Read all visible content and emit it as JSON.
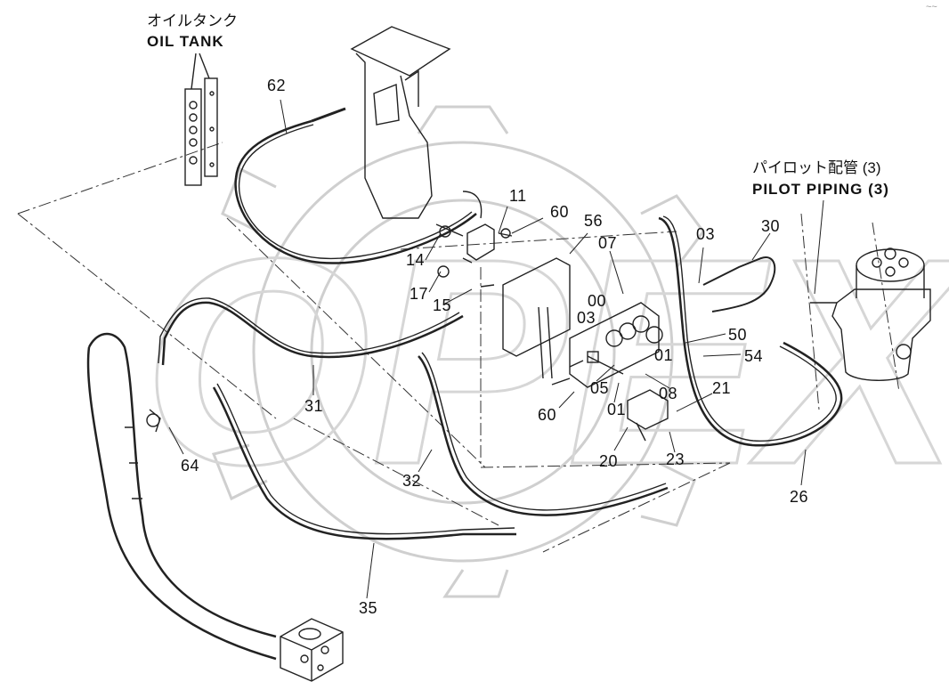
{
  "titles": {
    "oil_tank_jp": "オイルタンク",
    "oil_tank_en": "OIL TANK",
    "pilot_piping_jp": "パイロット配管 (3)",
    "pilot_piping_en": "PILOT PIPING (3)"
  },
  "watermark": "OPEX",
  "corner_mark": "~~",
  "part_labels": [
    "62",
    "11",
    "60",
    "56",
    "07",
    "03",
    "30",
    "14",
    "17",
    "15",
    "00",
    "03",
    "50",
    "54",
    "01",
    "31",
    "05",
    "08",
    "21",
    "60",
    "01",
    "64",
    "20",
    "23",
    "32",
    "26",
    "35"
  ],
  "colors": {
    "line": "#222222",
    "watermark": "#d9d9d9"
  }
}
